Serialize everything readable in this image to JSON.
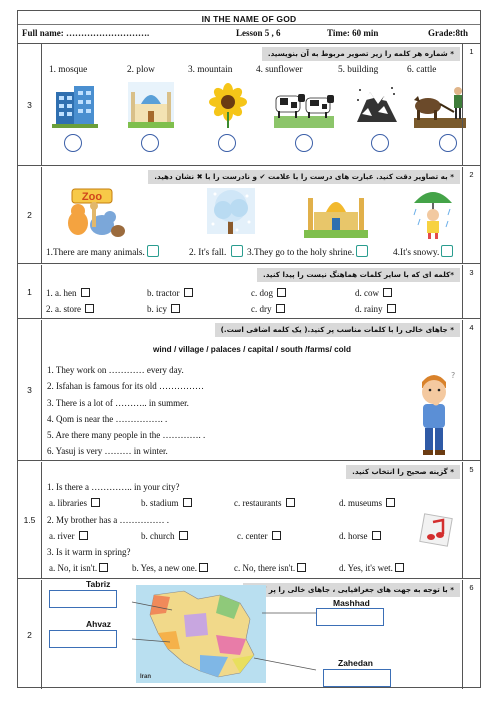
{
  "header": {
    "title": "IN THE NAME OF GOD",
    "full_name": "Full name: ……………………….",
    "lesson": "Lesson 5 , 6",
    "time": "Time: 60 min",
    "grade": "Grade:8th"
  },
  "q1": {
    "number": "1",
    "score": "3",
    "instruction": "* شماره  هر کلمه را زیر تصویر مربوط به آن بنویسید.",
    "words": [
      "1. mosque",
      "2. plow",
      "3. mountain",
      "4. sunflower",
      "5. building",
      "6. cattle"
    ],
    "pictures": [
      "building-picture",
      "mosque-picture",
      "sunflower-picture",
      "cattle-picture",
      "mountain-picture",
      "plow-picture"
    ]
  },
  "q2": {
    "number": "2",
    "score": "2",
    "instruction": "* به تصاویر دقت کنید. عبارت های درست را با علامت ✔ و نادرست را با ✖ نشان دهید.",
    "zoo_sign": "Zoo",
    "statements": [
      "1.There are many animals.",
      "2. It's fall.",
      "3.They go to the holy shrine.",
      "4.It's snowy."
    ]
  },
  "q3": {
    "number": "3",
    "score": "1",
    "instruction": "*کلمه ای که با سایر کلمات هماهنگ نیست را پیدا کنید.",
    "rows": [
      [
        "1. a. hen",
        "b. tractor",
        "c. dog",
        "d. cow"
      ],
      [
        "2. a. store",
        "b. icy",
        "c. dry",
        "d. rainy"
      ]
    ]
  },
  "q4": {
    "number": "4",
    "score": "3",
    "instruction": "* جاهای خالی را با کلمات مناسب پر کنید.( یک کلمه اضافی است.)",
    "word_bank": "wind / village / palaces / capital / south /farms/ cold",
    "sentences": [
      "1. They work on ………… every day.",
      "2. Isfahan is famous for its old ……………",
      "3. There is a lot of ……….. in summer.",
      "4. Qom is near the ……………. .",
      "5. Are there many people in the …………. .",
      "6. Yasuj is very  ……… in winter."
    ]
  },
  "q5": {
    "number": "5",
    "score": "1.5",
    "instruction": "* گزینه صحیح را انتخاب کنید.",
    "items": [
      {
        "q": "1. Is there a ………….. in your city?",
        "options": [
          "a. libraries",
          "b. stadium",
          "c.  restaurants",
          "d. museums"
        ]
      },
      {
        "q": "2. My brother has a …………… .",
        "options": [
          "a. river",
          "b. church",
          "c. center",
          "d. horse"
        ]
      },
      {
        "q": "3. Is it warm in spring?",
        "options": [
          "a. No, it isn't.",
          "b. Yes, a new one.",
          "c. No, there isn't.",
          "d. Yes, it's wet."
        ]
      }
    ]
  },
  "q6": {
    "number": "6",
    "score": "2",
    "instruction": "* با توجه به جهت های جغرافیایی ، جاهای خالی را پر کنید.",
    "cities": [
      "Tabriz",
      "Ahvaz",
      "Mashhad",
      "Zahedan"
    ],
    "map_label": "Iran"
  },
  "colors": {
    "accent_blue": "#3b5fa8",
    "check_green": "#4caf50",
    "cross_red": "#d32f2f",
    "instruction_bg": "#d9d9d9"
  }
}
